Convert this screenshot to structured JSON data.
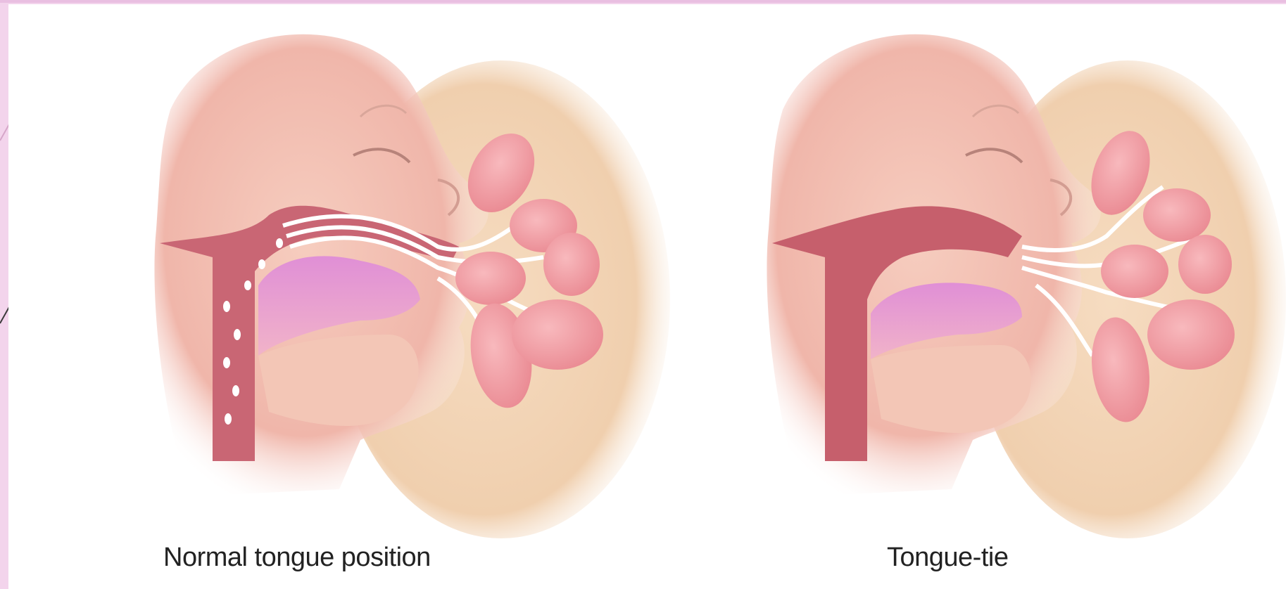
{
  "colors": {
    "slide_background": "#f3d4ec",
    "face_skin": "#f4c1b6",
    "breast_skin": "#f3d6b5",
    "mammary_lobules": "#f29aa3",
    "tongue": "#d98ad0",
    "palate_throat": "#c65f6c",
    "milk_ducts": "#ffffff"
  },
  "panels": [
    {
      "id": "normal",
      "caption": "Normal tongue position"
    },
    {
      "id": "tongue_tie",
      "caption": "Tongue-tie"
    }
  ]
}
